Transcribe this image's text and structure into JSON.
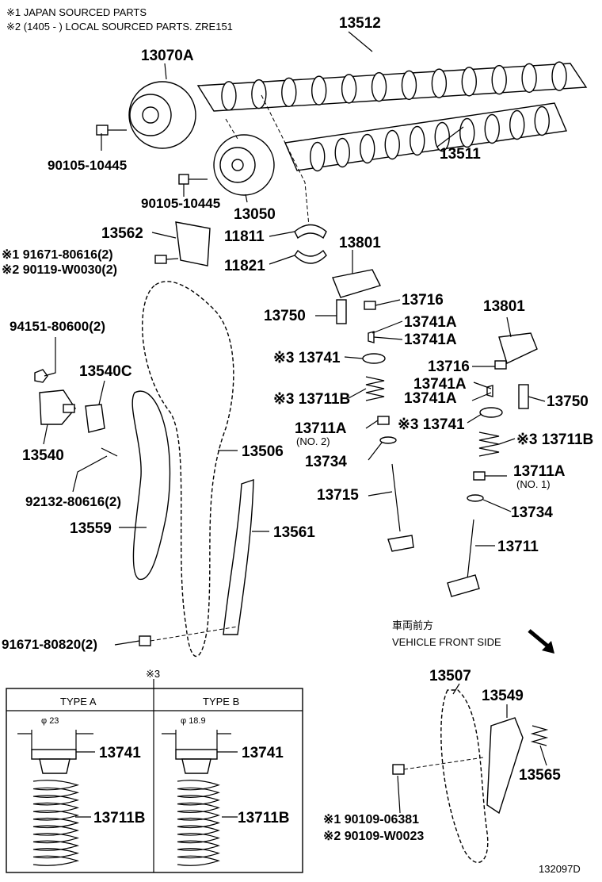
{
  "notes": {
    "note1": "※1 JAPAN SOURCED PARTS",
    "note2": "※2 (1405 -        ) LOCAL SOURCED PARTS. ZRE151"
  },
  "labels": {
    "p13512": "13512",
    "p13070A": "13070A",
    "p13511": "13511",
    "p90105a": "90105-10445",
    "p90105b": "90105-10445",
    "p13050": "13050",
    "p13562": "13562",
    "p11811": "11811",
    "p11821": "11821",
    "p91671_80616": "※1 91671-80616(2)",
    "p90119": "※2 90119-W0030(2)",
    "p13801a": "13801",
    "p13750a": "13750",
    "p13716a": "13716",
    "p13741A_1": "13741A",
    "p13741A_2": "13741A",
    "p13741a": "※3 13741",
    "p13711Ba": "※3 13711B",
    "p13711Aa": "13711A",
    "p13711Aa_sub": "(NO. 2)",
    "p13734a": "13734",
    "p13715": "13715",
    "p13801b": "13801",
    "p13716b": "13716",
    "p13741A_3": "13741A",
    "p13741A_4": "13741A",
    "p13750b": "13750",
    "p13741b": "※3 13741",
    "p13711Bb": "※3 13711B",
    "p13711Ab": "13711A",
    "p13711Ab_sub": "(NO. 1)",
    "p13734b": "13734",
    "p13711": "13711",
    "p94151": "94151-80600(2)",
    "p13540C": "13540C",
    "p13540": "13540",
    "p92132": "92132-80616(2)",
    "p13559": "13559",
    "p13506": "13506",
    "p13561": "13561",
    "p91671_80820": "91671-80820(2)",
    "p13507": "13507",
    "p13549": "13549",
    "p13565": "13565",
    "p90109_06381": "※1 90109-06381",
    "p90109_W0023": "※2 90109-W0023",
    "front_jp": "車両前方",
    "front_en": "VEHICLE FRONT SIDE",
    "inset_mark": "※3",
    "typeA": "TYPE A",
    "typeB": "TYPE B",
    "dimA": "φ 23",
    "dimB": "φ 18.9",
    "inA_13741": "13741",
    "inA_13711B": "13711B",
    "inB_13741": "13741",
    "inB_13711B": "13711B",
    "diagram_code": "132097D"
  }
}
